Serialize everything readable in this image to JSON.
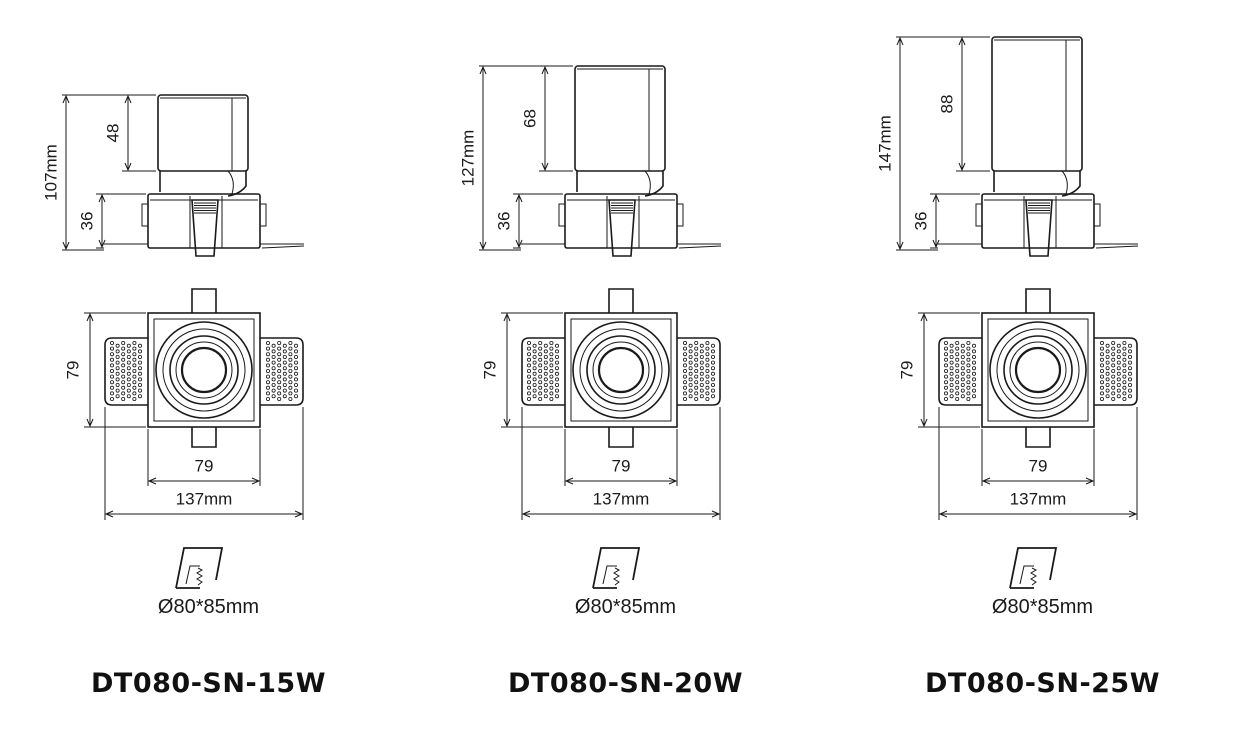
{
  "products": [
    {
      "model": "DT080-SN-15W",
      "total_height": "107mm",
      "upper_height": "48",
      "lower_height": "36",
      "face_height": "79",
      "face_width": "79",
      "overall_width": "137mm",
      "cutout": "Ø80*85mm"
    },
    {
      "model": "DT080-SN-20W",
      "total_height": "127mm",
      "upper_height": "68",
      "lower_height": "36",
      "face_height": "79",
      "face_width": "79",
      "overall_width": "137mm",
      "cutout": "Ø80*85mm"
    },
    {
      "model": "DT080-SN-25W",
      "total_height": "147mm",
      "upper_height": "88",
      "lower_height": "36",
      "face_height": "79",
      "face_width": "79",
      "overall_width": "137mm",
      "cutout": "Ø80*85mm"
    }
  ],
  "icons": [
    "side-view-drawing",
    "front-view-drawing",
    "cutout-icon"
  ]
}
